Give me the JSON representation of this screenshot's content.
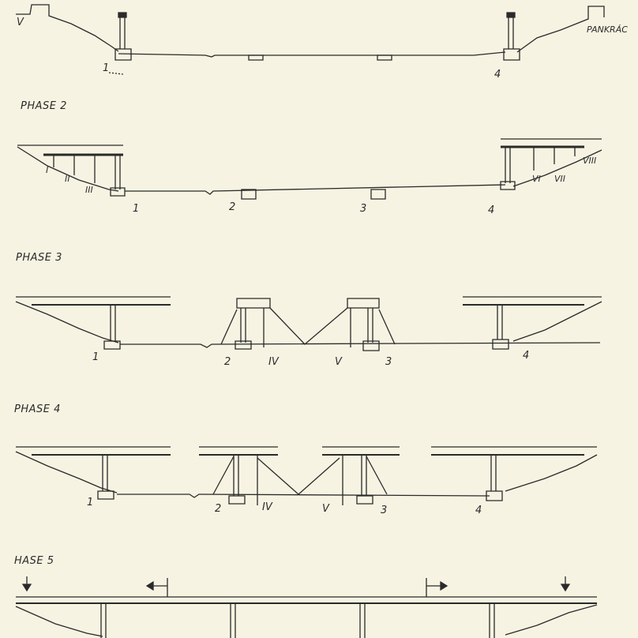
{
  "places": {
    "left": "V",
    "right": "PANKRÁC"
  },
  "phases": [
    {
      "title": ""
    },
    {
      "title": "PHASE  2"
    },
    {
      "title": "PHASE  3"
    },
    {
      "title": "PHASE  4"
    },
    {
      "title": "HASE  5"
    }
  ],
  "phase1": {
    "piers": [
      "1",
      "4"
    ]
  },
  "phase2": {
    "piers": [
      "1",
      "2",
      "3",
      "4"
    ],
    "props_left": [
      "I",
      "II",
      "III"
    ],
    "props_right": [
      "VI",
      "VII",
      "VIII"
    ]
  },
  "phase3": {
    "piers": [
      "1",
      "2",
      "3",
      "4"
    ],
    "temp_supports": [
      "IV",
      "V"
    ]
  },
  "phase4": {
    "piers": [
      "1",
      "2",
      "3",
      "4"
    ],
    "temp_supports": [
      "IV",
      "V"
    ]
  },
  "colors": {
    "paper": "#f6f3e2",
    "ink": "#2a2a2a",
    "grey_ink": "#6b6b6b"
  },
  "icons": [
    "arrow-down-icon",
    "arrow-left-icon",
    "arrow-right-icon"
  ]
}
